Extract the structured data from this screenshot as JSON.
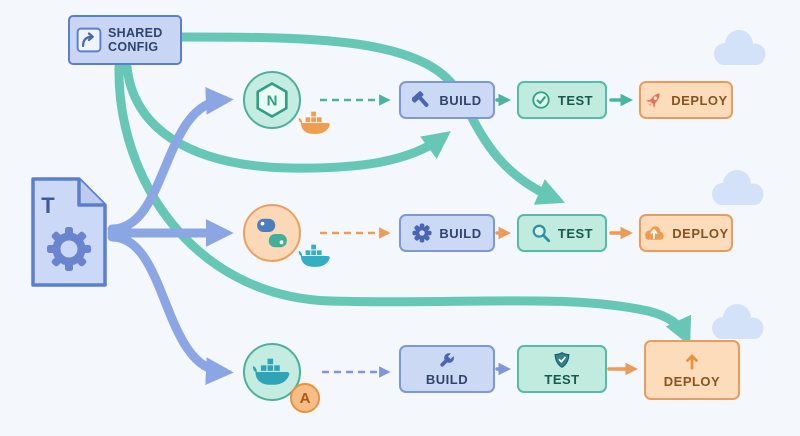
{
  "colors": {
    "teal_arrow": "#66c7b7",
    "blue_arrow": "#8ba6e4",
    "orange_arrow": "#ec9c58",
    "build_bg": "#ccd9f5",
    "build_border": "#7e97da",
    "test_bg": "#c0ebde",
    "test_border": "#54bca7",
    "deploy_bg": "#fcdcba",
    "deploy_border": "#eb9c5c"
  },
  "shared_config": {
    "label": "SHARED CONFIG",
    "icon": "branch-arrow-icon"
  },
  "config_file": {
    "letter": "T",
    "icon": "gear-icon"
  },
  "decor": {
    "clouds": 3
  },
  "pipelines": [
    {
      "name": "nodejs-pipeline",
      "logo": "nodejs-hexagon-icon",
      "logo_letter": "N",
      "badge": "docker-whale-icon",
      "stages": [
        {
          "label": "BUILD",
          "icon": "hammer-icon"
        },
        {
          "label": "TEST",
          "icon": "check-circle-icon"
        },
        {
          "label": "DEPLOY",
          "icon": "rocket-icon"
        }
      ]
    },
    {
      "name": "python-pipeline",
      "logo": "python-icon",
      "badge": "docker-whale-icon",
      "stages": [
        {
          "label": "BUILD",
          "icon": "gear-icon"
        },
        {
          "label": "TEST",
          "icon": "magnifier-icon"
        },
        {
          "label": "DEPLOY",
          "icon": "cloud-upload-icon"
        }
      ]
    },
    {
      "name": "docker-pipeline",
      "logo": "docker-whale-icon",
      "badge_letter": "A",
      "stages": [
        {
          "label": "BUILD",
          "icon": "wrench-icon"
        },
        {
          "label": "TEST",
          "icon": "shield-check-icon"
        },
        {
          "label": "DEPLOY",
          "icon": "arrow-up-icon"
        }
      ]
    }
  ]
}
